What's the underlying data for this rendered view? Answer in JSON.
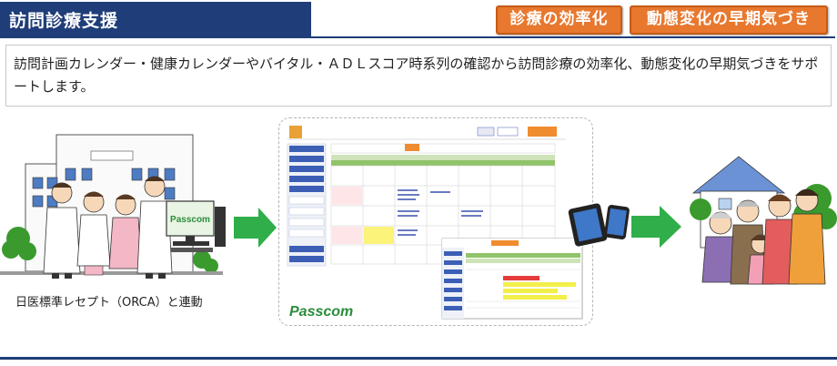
{
  "header": {
    "title": "訪問診療支援",
    "badges": [
      "診療の効率化",
      "動態変化の早期気づき"
    ]
  },
  "description": "訪問計画カレンダー・健康カレンダーやバイタル・ＡＤＬスコア時系列の確認から訪問診療の効率化、動態変化の早期気づきをサポートします。",
  "left": {
    "caption": "日医標準レセプト（ORCA）と連動",
    "monitor_logo": "Passcom"
  },
  "center": {
    "logo": "Passcom"
  },
  "colors": {
    "title_bg": "#1f3d78",
    "badge_bg": "#e8782e",
    "arrow": "#2fae4a"
  }
}
